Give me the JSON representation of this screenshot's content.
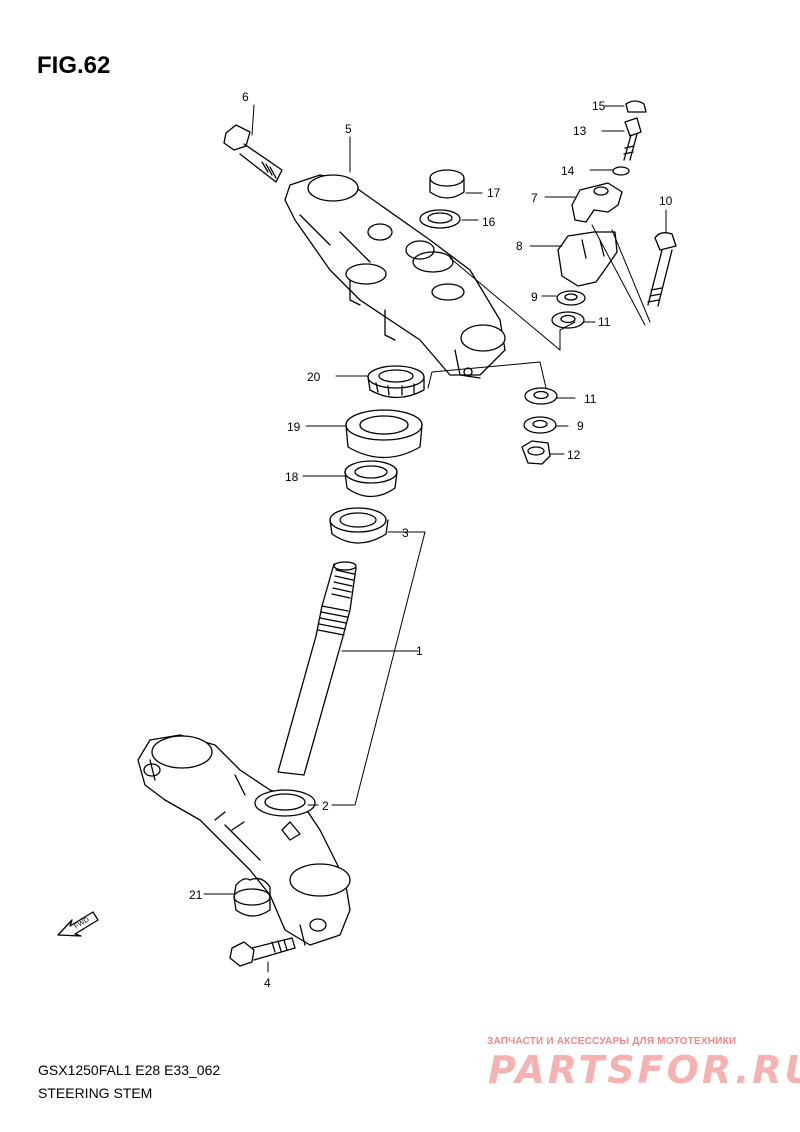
{
  "figure_title": "FIG.62",
  "model_code": "GSX1250FAL1 E28 E33_062",
  "section_name": "STEERING STEM",
  "watermark": {
    "tagline": "ЗАПЧАСТИ И АКСЕССУАРЫ ДЛЯ МОТОТЕХНИКИ",
    "brand": "PARTSFOR.RU"
  },
  "fwd_label": "FWD",
  "callouts": [
    "1",
    "2",
    "3",
    "4",
    "5",
    "6",
    "7",
    "8",
    "9",
    "9",
    "10",
    "11",
    "11",
    "12",
    "13",
    "14",
    "15",
    "16",
    "17",
    "18",
    "19",
    "20",
    "21"
  ],
  "icons": [
    "fwd-arrow-icon"
  ]
}
